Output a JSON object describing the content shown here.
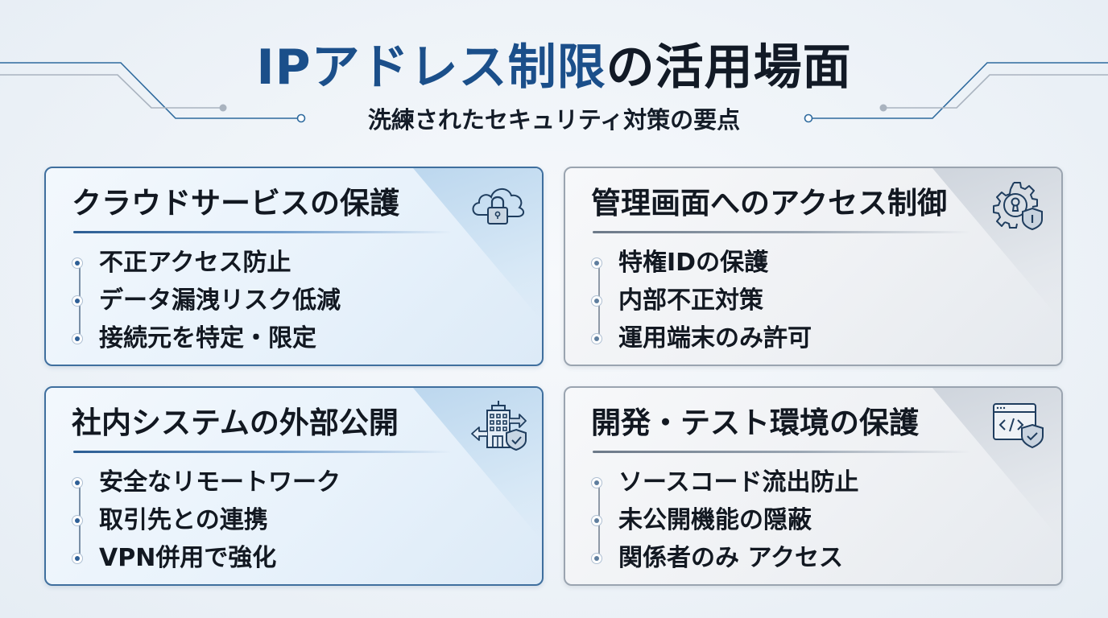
{
  "header": {
    "title_accent": "IPアドレス制限",
    "title_rest": "の活用場面",
    "subtitle": "洗練されたセキュリティ対策の要点"
  },
  "colors": {
    "accent_blue": "#1b4f8a",
    "text_dark": "#121821",
    "card_blue_border": "#3f6f9e",
    "card_gray_border": "#9aa4b0",
    "circuit_line": "#2e6a9e"
  },
  "cards": [
    {
      "title": "クラウドサービスの保護",
      "icon": "cloud-lock-icon",
      "theme": "blue",
      "items": [
        "不正アクセス防止",
        "データ漏洩リスク低減",
        "接続元を特定・限定"
      ]
    },
    {
      "title": "管理画面へのアクセス制御",
      "icon": "gear-keyhole-shield-icon",
      "theme": "gray",
      "items": [
        "特権IDの保護",
        "内部不正対策",
        "運用端末のみ許可"
      ]
    },
    {
      "title": "社内システムの外部公開",
      "icon": "building-arrows-shield-icon",
      "theme": "blue",
      "items": [
        "安全なリモートワーク",
        "取引先との連携",
        "VPN併用で強化"
      ]
    },
    {
      "title": "開発・テスト環境の保護",
      "icon": "code-window-shield-icon",
      "theme": "gray",
      "items": [
        "ソースコード流出防止",
        "未公開機能の隠蔽",
        "関係者のみ アクセス"
      ]
    }
  ]
}
